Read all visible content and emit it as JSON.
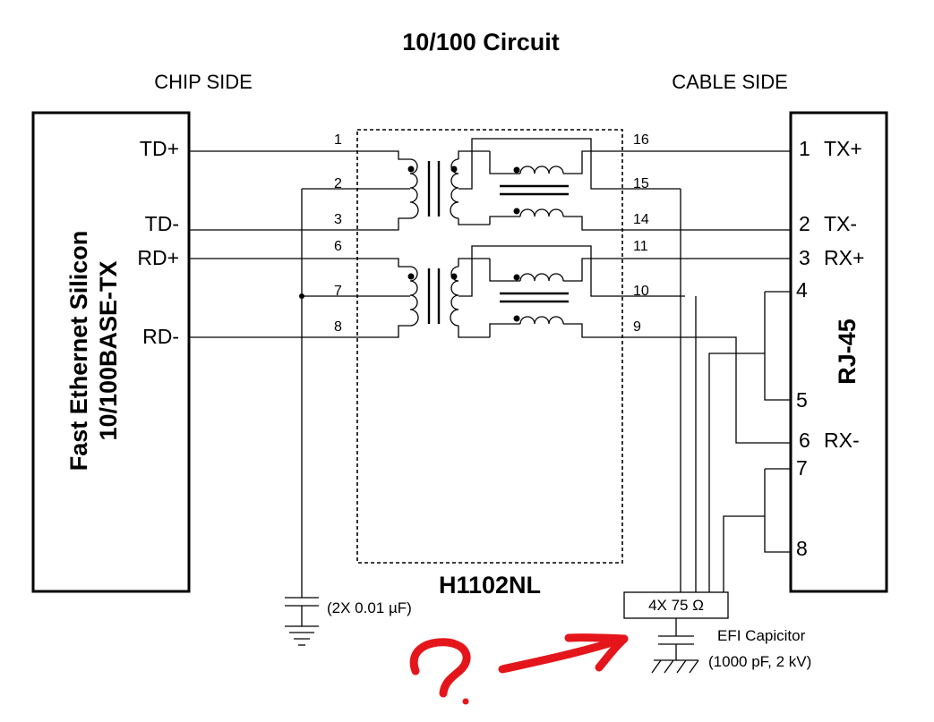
{
  "title": "10/100 Circuit",
  "chip_side_label": "CHIP SIDE",
  "cable_side_label": "CABLE SIDE",
  "chip": {
    "line1": "Fast Ethernet Silicon",
    "line2": "10/100BASE-TX",
    "signals": {
      "td_plus": "TD+",
      "td_minus": "TD-",
      "rd_plus": "RD+",
      "rd_minus": "RD-"
    }
  },
  "module": {
    "name": "H1102NL",
    "pins": {
      "p1": "1",
      "p2": "2",
      "p3": "3",
      "p6": "6",
      "p7": "7",
      "p8": "8",
      "p16": "16",
      "p15": "15",
      "p14": "14",
      "p11": "11",
      "p10": "10",
      "p9": "9"
    }
  },
  "connector": {
    "name": "RJ-45",
    "pins": {
      "p1": "1",
      "p2": "2",
      "p3": "3",
      "p4": "4",
      "p5": "5",
      "p6": "6",
      "p7": "7",
      "p8": "8"
    },
    "signals": {
      "tx_plus": "TX+",
      "tx_minus": "TX-",
      "rx_plus": "RX+",
      "rx_minus": "RX-"
    }
  },
  "capacitor_note": "(2X 0.01 µF)",
  "resistor_label": "4X 75 Ω",
  "efi": {
    "line1": "EFI Capicitor",
    "line2": "(1000 pF, 2 kV)"
  },
  "annotation_colors": {
    "scribble": "#e4161b"
  }
}
